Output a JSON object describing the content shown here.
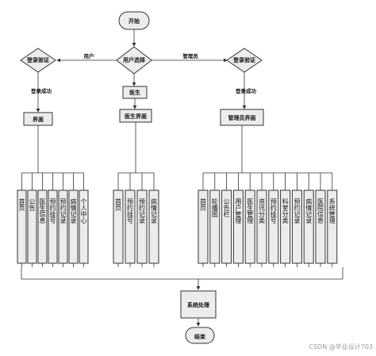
{
  "nodes": {
    "start": "开始",
    "role_select": "用户选择",
    "login_left": "登录验证",
    "login_right": "登录验证",
    "doctor": "医生",
    "user_ui": "界面",
    "doctor_ui": "医生界面",
    "admin_ui": "管理员界面",
    "process": "系统处理",
    "end": "结束"
  },
  "labels": {
    "user": "用户",
    "admin": "管理员",
    "login_ok_left": "登录成功",
    "login_ok_right": "登录成功"
  },
  "user_items": [
    "首页",
    "公告",
    "医生信息",
    "预约挂号",
    "预约记录",
    "病情记录",
    "个人中心"
  ],
  "doctor_items": [
    "首页",
    "预约挂号",
    "预约记录",
    "病情记录"
  ],
  "admin_items": [
    "首页",
    "轮播图",
    "公告栏",
    "用户管理",
    "医生管理",
    "资讯分类",
    "预约挂号",
    "科室分类",
    "预约记录",
    "病情记录",
    "医院信息",
    "系统管理"
  ],
  "watermark": "CSDN @毕业设计703"
}
